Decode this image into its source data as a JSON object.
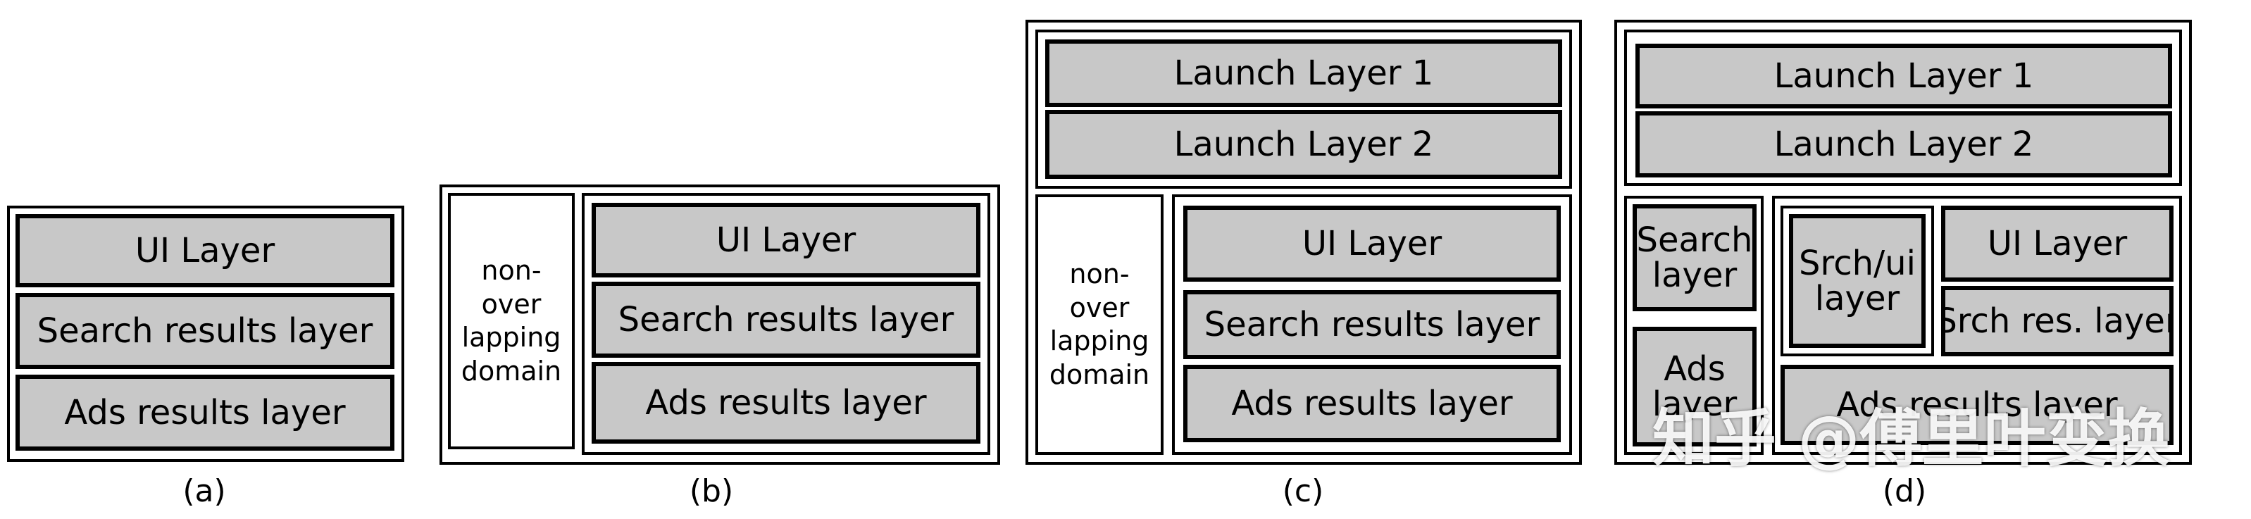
{
  "panel_a": {
    "layers": [
      "UI Layer",
      "Search results layer",
      "Ads results layer"
    ],
    "caption": "(a)"
  },
  "panel_b": {
    "side": "non-\nover\nlapping\ndomain",
    "layers": [
      "UI Layer",
      "Search results layer",
      "Ads results layer"
    ],
    "caption": "(b)"
  },
  "panel_c": {
    "launch": [
      "Launch Layer 1",
      "Launch Layer 2"
    ],
    "side": "non-\nover\nlapping\ndomain",
    "layers": [
      "UI Layer",
      "Search results layer",
      "Ads results layer"
    ],
    "caption": "(c)"
  },
  "panel_d": {
    "launch": [
      "Launch Layer 1",
      "Launch Layer 2"
    ],
    "search_layer": "Search\nlayer",
    "ads_layer": "Ads\nlayer",
    "srch_ui": "Srch/ui\nlayer",
    "ui_layer": "UI Layer",
    "srch_res": "Srch res. layer",
    "ads_results": "Ads results layer",
    "caption": "(d)"
  },
  "watermark": "知乎 @傅里叶变换"
}
